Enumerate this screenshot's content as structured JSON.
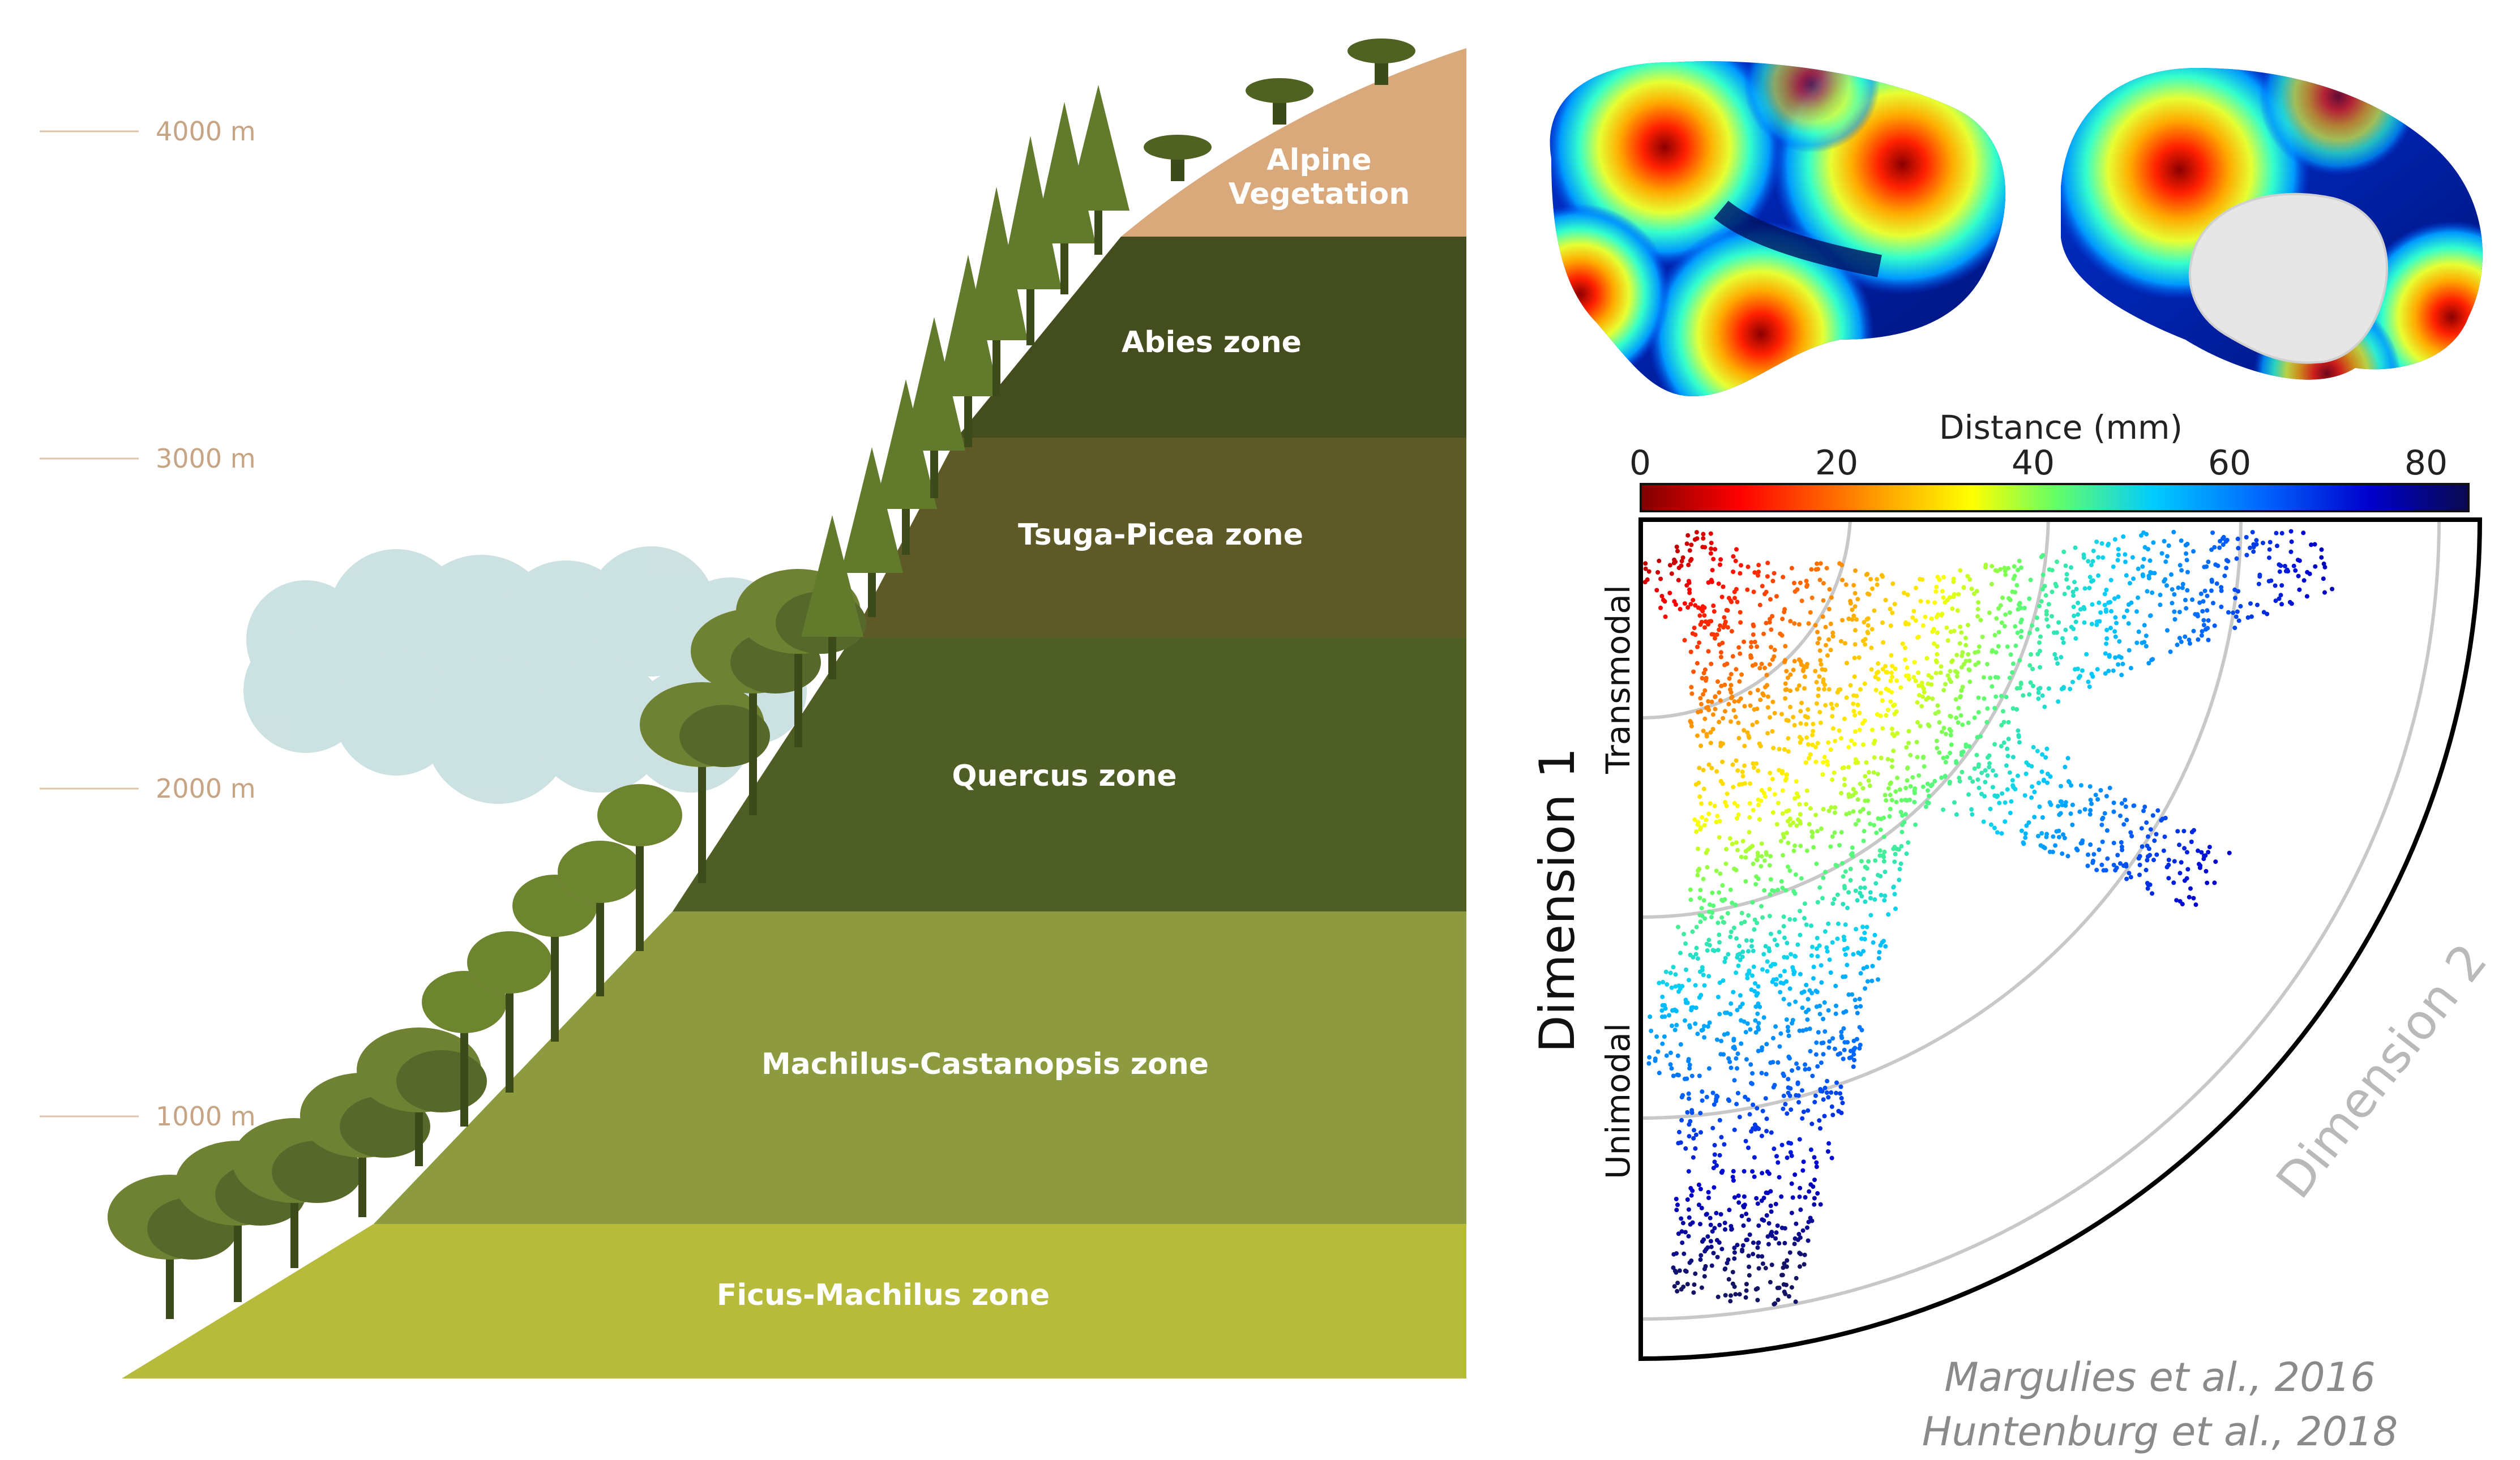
{
  "elevations": [
    "4000 m",
    "3000 m",
    "2000 m",
    "1000 m"
  ],
  "zones": {
    "alpine_line1": "Alpine",
    "alpine_line2": "Vegetation",
    "abies": "Abies zone",
    "tsuga": "Tsuga-Picea zone",
    "quercus": "Quercus zone",
    "machilus": "Machilus-Castanopsis zone",
    "ficus": "Ficus-Machilus zone"
  },
  "colorbar": {
    "label": "Distance (mm)",
    "ticks": [
      "0",
      "20",
      "40",
      "60",
      "80"
    ],
    "range": [
      0,
      84
    ]
  },
  "gradient_plot": {
    "dimension1": "Dimension 1",
    "dimension2": "Dimension 2",
    "transmodal": "Transmodal",
    "unimodal": "Unimodal"
  },
  "citations": [
    "Margulies et al., 2016",
    "Huntenburg et al., 2018"
  ],
  "colors": {
    "alpine": "#d9a97c",
    "abies": "#434d1e",
    "tsuga": "#5e5a27",
    "quercus": "#4f5e24",
    "machilus": "#8e9a40",
    "ficus": "#b7bb3c",
    "label_tan": "#c7a484"
  }
}
